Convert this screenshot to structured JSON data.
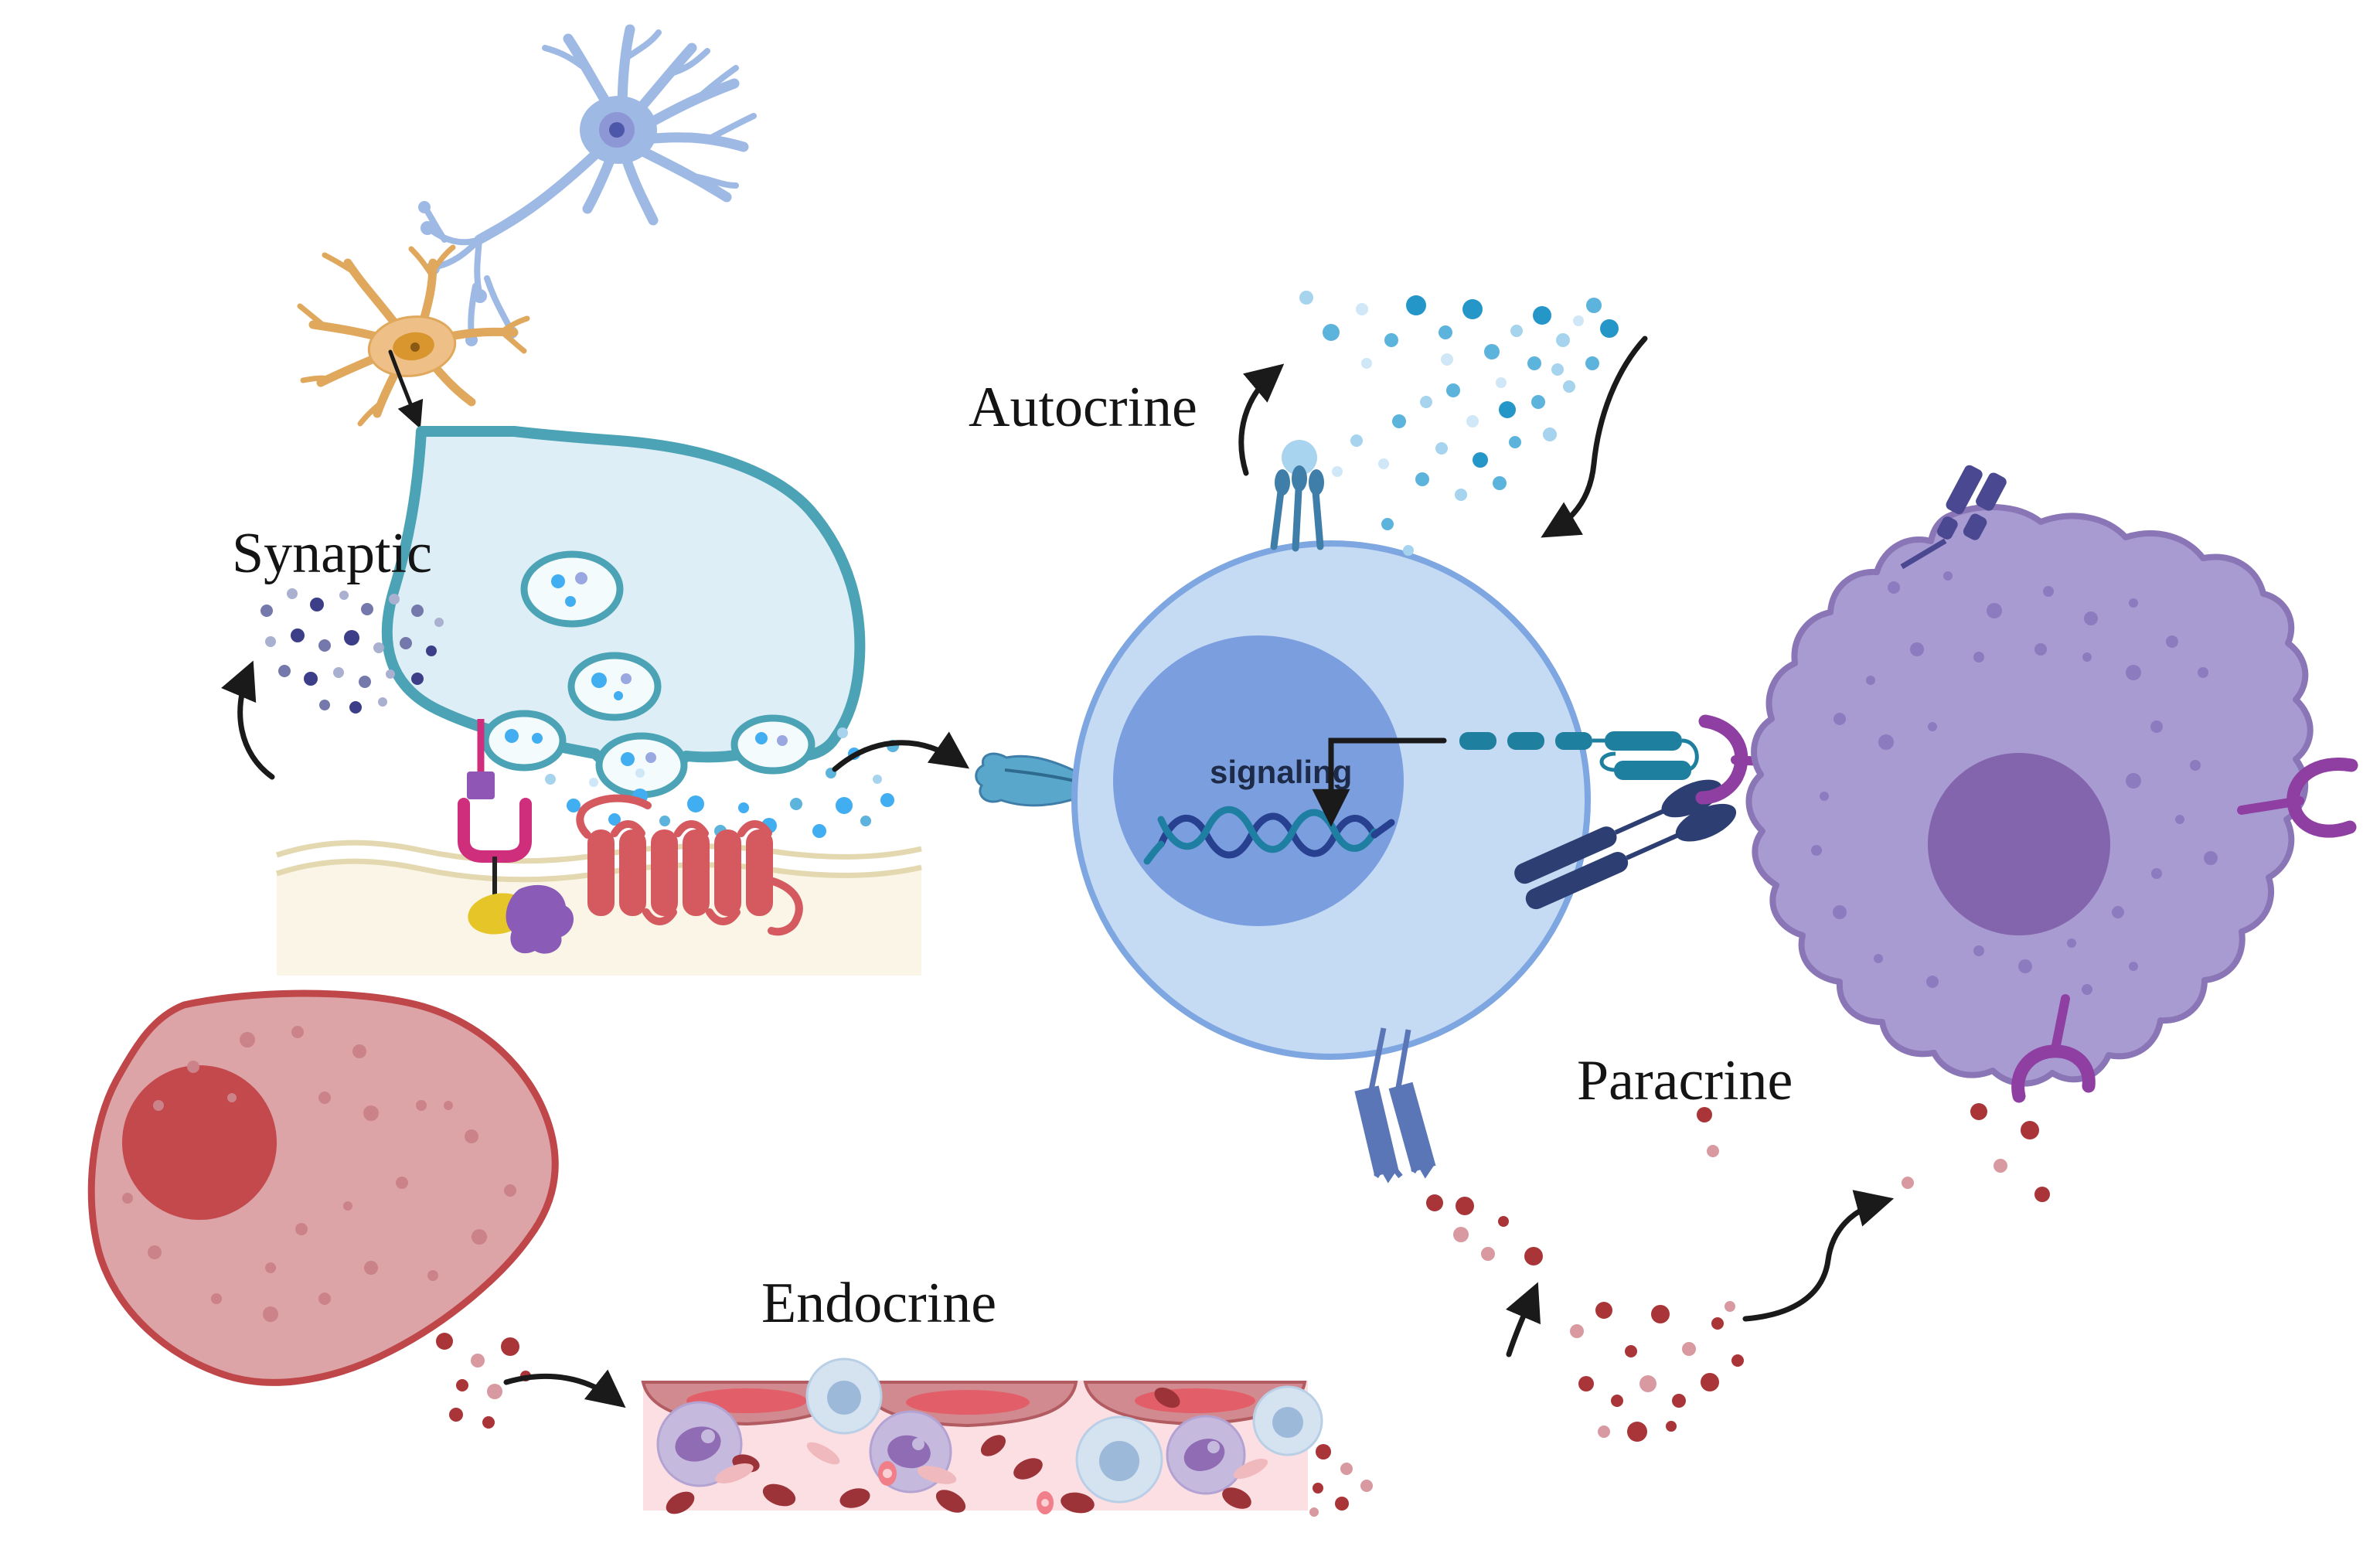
{
  "labels": {
    "synaptic": "Synaptic",
    "autocrine": "Autocrine",
    "paracrine": "Paracrine",
    "endocrine": "Endocrine",
    "signaling": "signaling"
  },
  "colors": {
    "ink": "#141414",
    "signaling_ink": "#1d2b48",
    "arrow": "#1a1a1a",
    "neuron_blue": "#9db9e4",
    "neuron_nucleus_ring": "#8d97d6",
    "neuron_nucleus": "#4c57a9",
    "neuron_orange": "#eec088",
    "neuron_orange_stroke": "#e0a85c",
    "neuron_orange_nucleus": "#d9962f",
    "terminal_fill": "#ddeef6",
    "terminal_stroke": "#4ba3b5",
    "vesicle_fill": "#f4fbfd",
    "blue_d": "#2596c8",
    "blue_m": "#5cb3dc",
    "blue_l": "#a6d3ee",
    "blue_p": "#cfe7f7",
    "blue_bright": "#41aef1",
    "lavender_dot": "#9aa8e2",
    "navy_d": "#3c3f88",
    "navy_m": "#7478ab",
    "navy_l": "#aab0d0",
    "membrane_line": "#e3d8af",
    "membrane_fill": "#faf5e6",
    "receptor_pink": "#cf2e7d",
    "ligand_purple": "#8f56b5",
    "gp_yellow": "#e6c528",
    "gp_purple": "#8a5cb8",
    "gpcr_red": "#d45a60",
    "cell_fill": "#c5daf3",
    "cell_stroke": "#7ea6e0",
    "cell_nucleus": "#7b9edf",
    "dna_navy": "#27408f",
    "dna_teal": "#1f7fa3",
    "teal_receptor": "#3e7ea8",
    "teal_ball": "#a9d4ef",
    "teal_dash": "#1f7f9f",
    "flagellum": "#5aa7cc",
    "flagellum_dark": "#2e6b8f",
    "navy_receptor": "#2d3f72",
    "cornflower": "#5b76b7",
    "purple_receptor": "#8e3fa1",
    "pcell_fill": "#a89bd1",
    "pcell_stroke": "#8a76b6",
    "pcell_nucleus": "#8365ad",
    "pcell_speckle": "#8d7bbf",
    "indigo_receptor": "#4a4890",
    "rcell_fill": "#dca4a7",
    "rcell_stroke": "#bf4649",
    "rcell_nucleus": "#c4494d",
    "rcell_speckle": "#cb8288",
    "red_d": "#a93538",
    "red_l": "#d89aa0",
    "vessel_fill": "#fcdfe3",
    "endo_fill": "#d18b90",
    "endo_stroke": "#b25b61",
    "endo_nucleus": "#e25f69",
    "wbcp": "#c6b9de",
    "wbcp_n": "#8f6cb4",
    "wbcb": "#d5e2f0",
    "wbcb_n": "#9cb9da",
    "rbc": "#9c3338",
    "plat": "#f0b9bd",
    "plat_bright": "#f07f8a"
  },
  "dots": {
    "synaptic_release": {
      "points": [
        [
          712,
          1008,
          7,
          "blue_l"
        ],
        [
          742,
          1042,
          9,
          "blue_bright"
        ],
        [
          768,
          1012,
          6,
          "blue_p"
        ],
        [
          795,
          1060,
          8,
          "blue_bright"
        ],
        [
          828,
          1030,
          10,
          "blue_bright"
        ],
        [
          860,
          1062,
          7,
          "blue_m"
        ],
        [
          900,
          1040,
          11,
          "blue_bright"
        ],
        [
          932,
          1075,
          8,
          "blue_m"
        ],
        [
          962,
          1045,
          7,
          "blue_bright"
        ],
        [
          995,
          1068,
          10,
          "blue_bright"
        ],
        [
          1030,
          1040,
          8,
          "blue_m"
        ],
        [
          1060,
          1075,
          9,
          "blue_bright"
        ],
        [
          1092,
          1042,
          11,
          "blue_bright"
        ],
        [
          1120,
          1062,
          7,
          "blue_m"
        ],
        [
          1148,
          1035,
          9,
          "blue_bright"
        ],
        [
          1075,
          1000,
          7,
          "blue_m"
        ],
        [
          1105,
          975,
          8,
          "blue_bright"
        ],
        [
          1135,
          1008,
          6,
          "blue_l"
        ],
        [
          1090,
          948,
          7,
          "blue_l"
        ],
        [
          1155,
          965,
          8,
          "blue_m"
        ]
      ]
    },
    "synaptic_escape": {
      "points": [
        [
          345,
          790,
          8,
          "navy_m"
        ],
        [
          378,
          768,
          7,
          "navy_l"
        ],
        [
          410,
          782,
          9,
          "navy_d"
        ],
        [
          445,
          770,
          6,
          "navy_l"
        ],
        [
          475,
          788,
          8,
          "navy_m"
        ],
        [
          510,
          775,
          7,
          "navy_l"
        ],
        [
          540,
          790,
          8,
          "navy_m"
        ],
        [
          568,
          805,
          6,
          "navy_l"
        ],
        [
          350,
          830,
          7,
          "navy_l"
        ],
        [
          385,
          822,
          9,
          "navy_d"
        ],
        [
          420,
          835,
          8,
          "navy_m"
        ],
        [
          455,
          825,
          10,
          "navy_d"
        ],
        [
          490,
          838,
          7,
          "navy_l"
        ],
        [
          525,
          832,
          8,
          "navy_m"
        ],
        [
          558,
          842,
          7,
          "navy_d"
        ],
        [
          368,
          868,
          8,
          "navy_m"
        ],
        [
          402,
          878,
          9,
          "navy_d"
        ],
        [
          438,
          870,
          7,
          "navy_l"
        ],
        [
          472,
          882,
          8,
          "navy_m"
        ],
        [
          505,
          872,
          6,
          "navy_l"
        ],
        [
          540,
          878,
          8,
          "navy_d"
        ],
        [
          420,
          912,
          7,
          "navy_m"
        ],
        [
          460,
          915,
          8,
          "navy_d"
        ],
        [
          495,
          908,
          6,
          "navy_l"
        ]
      ]
    },
    "autocrine_cloud": {
      "points": [
        [
          1690,
          385,
          9,
          "blue_l"
        ],
        [
          1722,
          430,
          11,
          "blue_m"
        ],
        [
          1762,
          400,
          8,
          "blue_p"
        ],
        [
          1800,
          440,
          9,
          "blue_m"
        ],
        [
          1768,
          470,
          7,
          "blue_p"
        ],
        [
          1832,
          395,
          13,
          "blue_d"
        ],
        [
          1870,
          430,
          9,
          "blue_m"
        ],
        [
          1905,
          400,
          13,
          "blue_d"
        ],
        [
          1872,
          465,
          8,
          "blue_p"
        ],
        [
          1930,
          455,
          10,
          "blue_m"
        ],
        [
          1962,
          428,
          8,
          "blue_l"
        ],
        [
          1995,
          408,
          12,
          "blue_d"
        ],
        [
          2022,
          440,
          9,
          "blue_l"
        ],
        [
          2042,
          415,
          7,
          "blue_p"
        ],
        [
          2062,
          395,
          10,
          "blue_m"
        ],
        [
          2082,
          425,
          12,
          "blue_d"
        ],
        [
          1985,
          470,
          9,
          "blue_m"
        ],
        [
          2015,
          478,
          8,
          "blue_l"
        ],
        [
          1942,
          495,
          7,
          "blue_p"
        ],
        [
          1880,
          505,
          9,
          "blue_m"
        ],
        [
          1845,
          520,
          8,
          "blue_l"
        ],
        [
          1810,
          545,
          9,
          "blue_m"
        ],
        [
          1905,
          545,
          8,
          "blue_p"
        ],
        [
          1950,
          530,
          11,
          "blue_d"
        ],
        [
          1990,
          520,
          9,
          "blue_m"
        ],
        [
          2030,
          500,
          8,
          "blue_l"
        ],
        [
          2060,
          470,
          9,
          "blue_m"
        ],
        [
          1865,
          580,
          8,
          "blue_l"
        ],
        [
          1915,
          595,
          10,
          "blue_d"
        ],
        [
          1960,
          572,
          8,
          "blue_m"
        ],
        [
          2005,
          562,
          9,
          "blue_l"
        ],
        [
          1840,
          620,
          9,
          "blue_m"
        ],
        [
          1890,
          640,
          8,
          "blue_l"
        ],
        [
          1790,
          600,
          7,
          "blue_p"
        ],
        [
          1940,
          625,
          9,
          "blue_m"
        ],
        [
          1755,
          570,
          8,
          "blue_l"
        ],
        [
          1730,
          610,
          7,
          "blue_p"
        ],
        [
          1795,
          678,
          8,
          "blue_m"
        ],
        [
          1822,
          712,
          7,
          "blue_l"
        ]
      ]
    },
    "hormone_cluster": {
      "points": [
        [
          2040,
          1722,
          9,
          "red_l"
        ],
        [
          2075,
          1695,
          11,
          "red_d"
        ],
        [
          2110,
          1748,
          8,
          "red_d"
        ],
        [
          2148,
          1700,
          12,
          "red_d"
        ],
        [
          2185,
          1745,
          9,
          "red_l"
        ],
        [
          2222,
          1712,
          8,
          "red_d"
        ],
        [
          2052,
          1790,
          10,
          "red_d"
        ],
        [
          2092,
          1812,
          8,
          "red_d"
        ],
        [
          2132,
          1790,
          11,
          "red_l"
        ],
        [
          2172,
          1812,
          9,
          "red_d"
        ],
        [
          2212,
          1788,
          12,
          "red_d"
        ],
        [
          2248,
          1760,
          8,
          "red_d"
        ],
        [
          2118,
          1852,
          13,
          "red_d"
        ],
        [
          2162,
          1845,
          7,
          "red_d"
        ],
        [
          2075,
          1852,
          8,
          "red_l"
        ],
        [
          2238,
          1690,
          7,
          "red_l"
        ]
      ]
    },
    "receptor_trail": {
      "points": [
        [
          1856,
          1556,
          11,
          "red_d"
        ],
        [
          1895,
          1560,
          12,
          "red_d"
        ],
        [
          1945,
          1580,
          7,
          "red_d"
        ],
        [
          1890,
          1597,
          10,
          "red_l"
        ],
        [
          1925,
          1622,
          9,
          "red_l"
        ],
        [
          1984,
          1625,
          12,
          "red_d"
        ]
      ]
    },
    "paracrine_trail": {
      "points": [
        [
          2205,
          1442,
          10,
          "red_d"
        ],
        [
          2216,
          1489,
          8,
          "red_l"
        ],
        [
          2560,
          1438,
          11,
          "red_d"
        ],
        [
          2626,
          1462,
          12,
          "red_d"
        ],
        [
          2588,
          1508,
          9,
          "red_l"
        ],
        [
          2642,
          1545,
          10,
          "red_d"
        ],
        [
          2468,
          1530,
          8,
          "red_l"
        ]
      ]
    },
    "endocrine_release": {
      "points": [
        [
          575,
          1735,
          11,
          "red_d"
        ],
        [
          618,
          1760,
          9,
          "red_l"
        ],
        [
          660,
          1742,
          12,
          "red_d"
        ],
        [
          598,
          1792,
          8,
          "red_d"
        ],
        [
          640,
          1800,
          10,
          "red_l"
        ],
        [
          680,
          1780,
          7,
          "red_d"
        ],
        [
          590,
          1830,
          9,
          "red_d"
        ],
        [
          632,
          1840,
          8,
          "red_d"
        ]
      ]
    },
    "blood_exit": {
      "points": [
        [
          1712,
          1878,
          10,
          "red_d"
        ],
        [
          1742,
          1900,
          8,
          "red_l"
        ],
        [
          1705,
          1925,
          7,
          "red_d"
        ],
        [
          1736,
          1945,
          9,
          "red_d"
        ],
        [
          1768,
          1922,
          8,
          "red_l"
        ],
        [
          1700,
          1956,
          6,
          "red_l"
        ]
      ]
    },
    "purple_speckles": {
      "points": [
        [
          2450,
          760,
          8,
          "pcell_speckle"
        ],
        [
          2520,
          745,
          6,
          "pcell_speckle"
        ],
        [
          2580,
          790,
          10,
          "pcell_speckle"
        ],
        [
          2650,
          765,
          7,
          "pcell_speckle"
        ],
        [
          2705,
          800,
          9,
          "pcell_speckle"
        ],
        [
          2760,
          780,
          6,
          "pcell_speckle"
        ],
        [
          2810,
          830,
          8,
          "pcell_speckle"
        ],
        [
          2850,
          870,
          7,
          "pcell_speckle"
        ],
        [
          2760,
          870,
          10,
          "pcell_speckle"
        ],
        [
          2700,
          850,
          6,
          "pcell_speckle"
        ],
        [
          2640,
          840,
          8,
          "pcell_speckle"
        ],
        [
          2560,
          850,
          7,
          "pcell_speckle"
        ],
        [
          2480,
          840,
          9,
          "pcell_speckle"
        ],
        [
          2420,
          880,
          6,
          "pcell_speckle"
        ],
        [
          2380,
          930,
          8,
          "pcell_speckle"
        ],
        [
          2440,
          960,
          10,
          "pcell_speckle"
        ],
        [
          2500,
          940,
          6,
          "pcell_speckle"
        ],
        [
          2790,
          940,
          8,
          "pcell_speckle"
        ],
        [
          2840,
          990,
          7,
          "pcell_speckle"
        ],
        [
          2760,
          1010,
          10,
          "pcell_speckle"
        ],
        [
          2820,
          1060,
          6,
          "pcell_speckle"
        ],
        [
          2860,
          1110,
          9,
          "pcell_speckle"
        ],
        [
          2790,
          1130,
          7,
          "pcell_speckle"
        ],
        [
          2740,
          1180,
          8,
          "pcell_speckle"
        ],
        [
          2680,
          1220,
          6,
          "pcell_speckle"
        ],
        [
          2620,
          1250,
          9,
          "pcell_speckle"
        ],
        [
          2560,
          1230,
          7,
          "pcell_speckle"
        ],
        [
          2500,
          1270,
          8,
          "pcell_speckle"
        ],
        [
          2430,
          1240,
          6,
          "pcell_speckle"
        ],
        [
          2380,
          1180,
          9,
          "pcell_speckle"
        ],
        [
          2350,
          1100,
          7,
          "pcell_speckle"
        ],
        [
          2360,
          1030,
          6,
          "pcell_speckle"
        ],
        [
          2700,
          1280,
          7,
          "pcell_speckle"
        ],
        [
          2760,
          1250,
          6,
          "pcell_speckle"
        ]
      ]
    },
    "red_speckles": {
      "points": [
        [
          320,
          1345,
          10,
          "rcell_speckle"
        ],
        [
          385,
          1335,
          8,
          "rcell_speckle"
        ],
        [
          465,
          1360,
          9,
          "rcell_speckle"
        ],
        [
          250,
          1380,
          8,
          "rcell_speckle"
        ],
        [
          205,
          1430,
          7,
          "rcell_speckle"
        ],
        [
          420,
          1420,
          8,
          "rcell_speckle"
        ],
        [
          480,
          1440,
          10,
          "rcell_speckle"
        ],
        [
          545,
          1430,
          7,
          "rcell_speckle"
        ],
        [
          610,
          1470,
          9,
          "rcell_speckle"
        ],
        [
          660,
          1540,
          8,
          "rcell_speckle"
        ],
        [
          620,
          1600,
          10,
          "rcell_speckle"
        ],
        [
          560,
          1650,
          7,
          "rcell_speckle"
        ],
        [
          480,
          1640,
          9,
          "rcell_speckle"
        ],
        [
          420,
          1680,
          8,
          "rcell_speckle"
        ],
        [
          350,
          1700,
          10,
          "rcell_speckle"
        ],
        [
          280,
          1680,
          7,
          "rcell_speckle"
        ],
        [
          200,
          1620,
          9,
          "rcell_speckle"
        ],
        [
          165,
          1550,
          7,
          "rcell_speckle"
        ],
        [
          390,
          1590,
          8,
          "rcell_speckle"
        ],
        [
          450,
          1560,
          6,
          "rcell_speckle"
        ],
        [
          520,
          1530,
          8,
          "rcell_speckle"
        ],
        [
          580,
          1430,
          6,
          "rcell_speckle"
        ],
        [
          300,
          1420,
          6,
          "rcell_speckle"
        ],
        [
          350,
          1640,
          7,
          "rcell_speckle"
        ]
      ]
    }
  }
}
